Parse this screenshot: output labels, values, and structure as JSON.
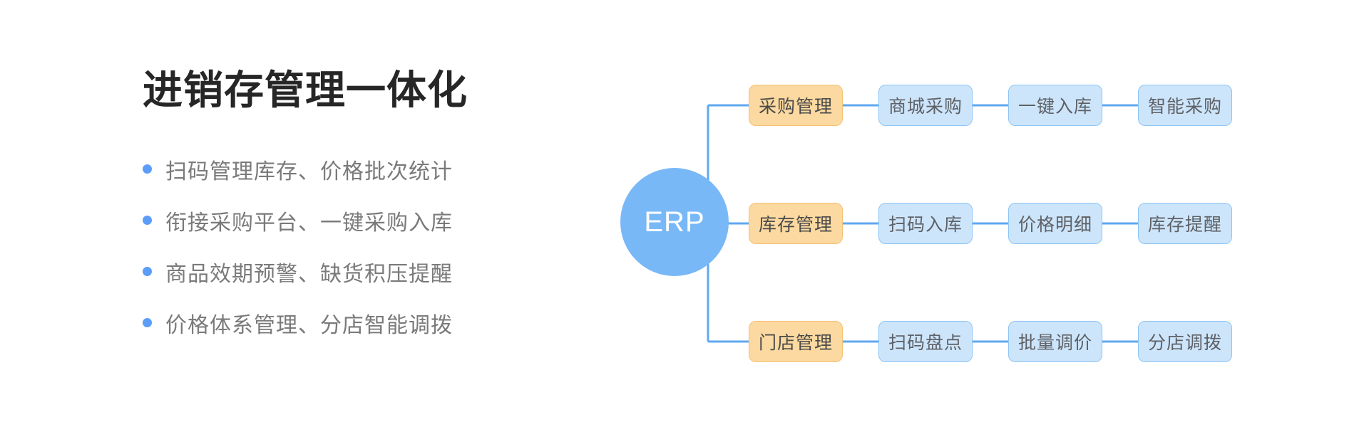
{
  "headline": "进销存管理一体化",
  "features": [
    {
      "text": "扫码管理库存、价格批次统计"
    },
    {
      "text": "衔接采购平台、一键采购入库"
    },
    {
      "text": "商品效期预警、缺货积压提醒"
    },
    {
      "text": "价格体系管理、分店智能调拨"
    }
  ],
  "diagram": {
    "hub_label": "ERP",
    "branches": [
      {
        "primary": "采购管理",
        "children": [
          "商城采购",
          "一键入库",
          "智能采购"
        ]
      },
      {
        "primary": "库存管理",
        "children": [
          "扫码入库",
          "价格明细",
          "库存提醒"
        ]
      },
      {
        "primary": "门店管理",
        "children": [
          "扫码盘点",
          "批量调价",
          "分店调拨"
        ]
      }
    ]
  },
  "colors": {
    "headline": "#262626",
    "feature_text": "#7a7a7a",
    "bullet": "#5b9df9",
    "hub_fill": "#79b8f7",
    "hub_text": "#ffffff",
    "primary_fill": "#fbd9a0",
    "primary_border": "#f3c274",
    "secondary_fill": "#cde5fb",
    "secondary_border": "#8cc5f7",
    "connector": "#5fa8f0",
    "background": "#ffffff"
  }
}
